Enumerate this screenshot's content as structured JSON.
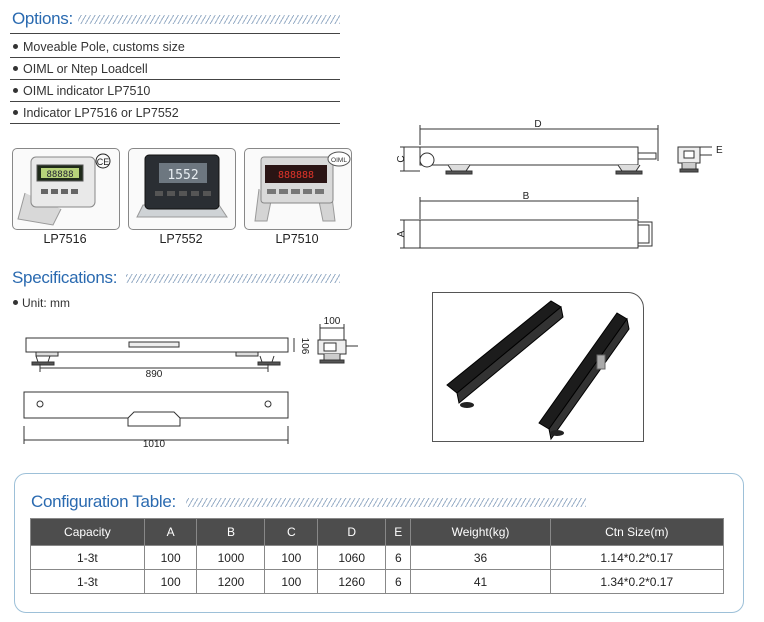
{
  "options": {
    "title": "Options:",
    "items": [
      "Moveable Pole, customs size",
      "OIML or Ntep Loadcell",
      "OIML indicator LP7510",
      "Indicator LP7516 or LP7552"
    ]
  },
  "indicators": [
    {
      "label": "LP7516",
      "badge": "CE",
      "display": "88888"
    },
    {
      "label": "LP7552",
      "display": "1552"
    },
    {
      "label": "LP7510",
      "badge": "OIML",
      "display": "888888"
    }
  ],
  "diagram_top": {
    "d": "D",
    "c": "C",
    "e": "E",
    "b": "B",
    "a": "A"
  },
  "specifications": {
    "title": "Specifications:",
    "unit": "Unit: mm"
  },
  "diagram_spec": {
    "w100": "100",
    "h": "106",
    "d890": "890",
    "d1010": "1010"
  },
  "config_table": {
    "title": "Configuration Table:",
    "headers": [
      "Capacity",
      "A",
      "B",
      "C",
      "D",
      "E",
      "Weight(kg)",
      "Ctn Size(m)"
    ],
    "rows": [
      [
        "1-3t",
        "100",
        "1000",
        "100",
        "1060",
        "6",
        "36",
        "1.14*0.2*0.17"
      ],
      [
        "1-3t",
        "100",
        "1200",
        "100",
        "1260",
        "6",
        "41",
        "1.34*0.2*0.17"
      ]
    ]
  }
}
